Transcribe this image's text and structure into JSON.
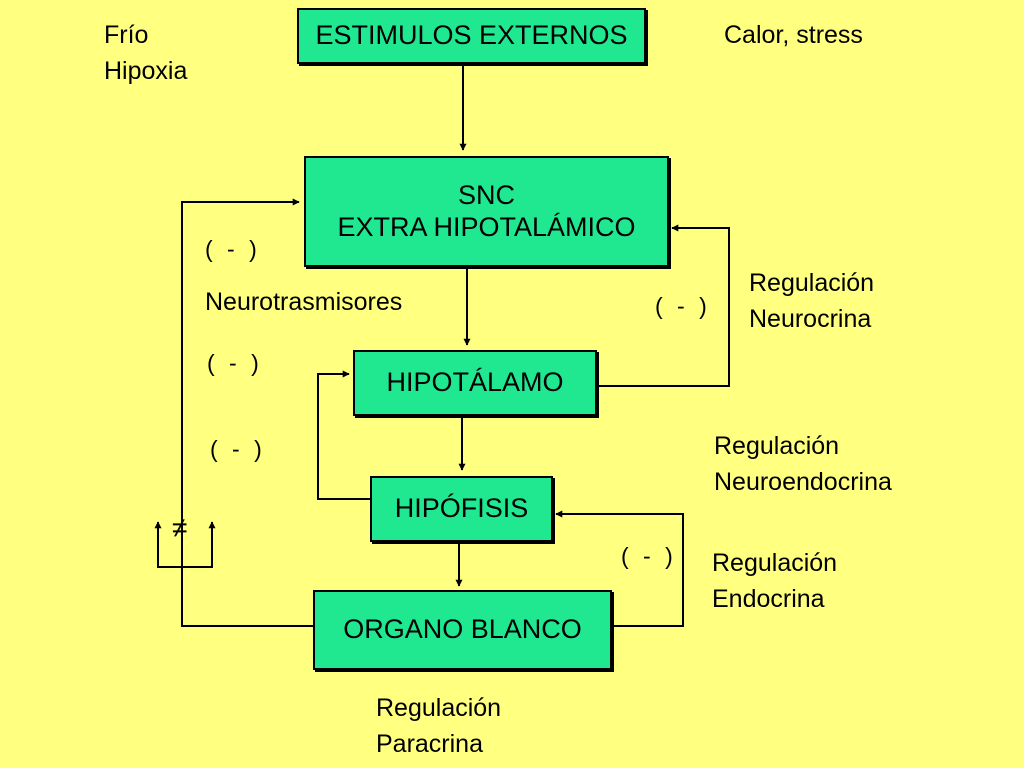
{
  "boxes": {
    "estimulos": "ESTIMULOS EXTERNOS",
    "snc_line1": "SNC",
    "snc_line2": "EXTRA HIPOTALÁMICO",
    "hipotalamo": "HIPOTÁLAMO",
    "hipofisis": "HIPÓFISIS",
    "organo": "ORGANO BLANCO"
  },
  "labels": {
    "frio": "Frío",
    "hipoxia": "Hipoxia",
    "calor": "Calor, stress",
    "neurotrasmisores": "Neurotrasmisores",
    "neurocrina_1": "Regulación",
    "neurocrina_2": "Neurocrina",
    "neuroendocrina_1": "Regulación",
    "neuroendocrina_2": "Neuroendocrina",
    "endocrina_1": "Regulación",
    "endocrina_2": "Endocrina",
    "paracrina_1": "Regulación",
    "paracrina_2": "Paracrina"
  },
  "negatives": {
    "left_1": "( - )",
    "left_2": "( - )",
    "left_3": "( - )",
    "right_snc": "( - )",
    "right_hipofisis": "( - )"
  },
  "symbols": {
    "not_equal": "≠"
  },
  "colors": {
    "background": "#FFFF80",
    "box_fill": "#1FE890",
    "line": "#000000"
  }
}
